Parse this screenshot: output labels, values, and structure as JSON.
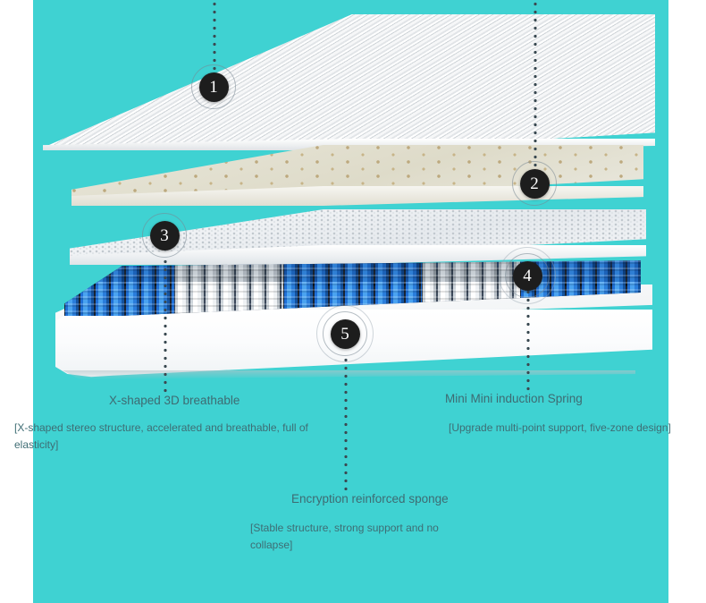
{
  "background": {
    "panel_color": "#3fd2d2",
    "margin_color": "#ffffff"
  },
  "diagram": {
    "type": "exploded-view-mattress-construction",
    "layers": [
      {
        "badge": "1",
        "name": "quilted-knit-cover",
        "texture": "diagonal-stripe-quilt",
        "color": "#eef1f3"
      },
      {
        "badge": "2",
        "name": "perforated-latex",
        "texture": "pinhole-perforation",
        "color": "#e4e2d2"
      },
      {
        "badge": "3",
        "name": "x-shaped-3d-breathable-mesh",
        "texture": "fine-mesh",
        "color": "#f1f4f6"
      },
      {
        "badge": "4",
        "name": "mini-pocket-spring-unit",
        "texture": "pocket-coils",
        "color": "#2a7ddb"
      },
      {
        "badge": "5",
        "name": "encryption-reinforced-sponge-base",
        "texture": "smooth-foam",
        "color": "#ffffff"
      }
    ],
    "spring_zones": [
      {
        "tone": "blue",
        "width_pct": 19
      },
      {
        "tone": "white",
        "width_pct": 19
      },
      {
        "tone": "blue",
        "width_pct": 24
      },
      {
        "tone": "white",
        "width_pct": 17
      },
      {
        "tone": "blue",
        "width_pct": 21
      }
    ]
  },
  "badges": {
    "b1": "1",
    "b2": "2",
    "b3": "3",
    "b4": "4",
    "b5": "5"
  },
  "captions": {
    "left": {
      "title": "X-shaped 3D breathable",
      "desc": "[X-shaped stereo structure, accelerated and breathable, full of elasticity]"
    },
    "right": {
      "title": "Mini Mini induction Spring",
      "desc": "[Upgrade multi-point support, five-zone design]"
    },
    "center": {
      "title": "Encryption reinforced sponge",
      "desc": "[Stable structure, strong support and no collapse]"
    }
  }
}
